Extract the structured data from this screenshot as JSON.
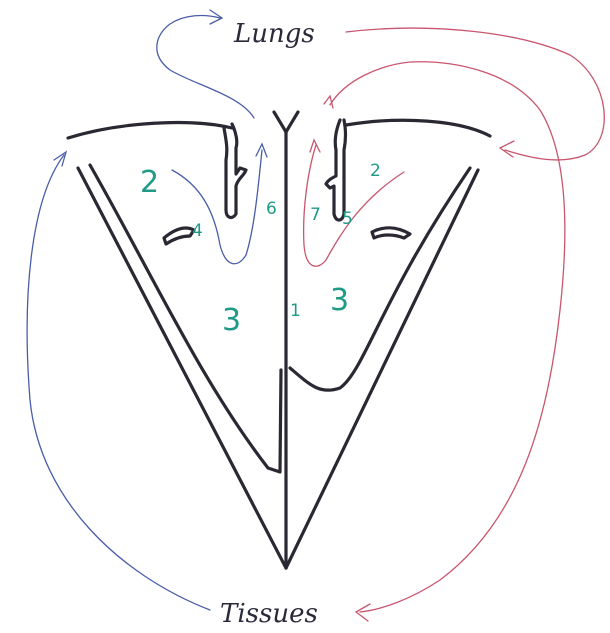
{
  "labels": {
    "lungs": "Lungs",
    "tissues": "Tissues"
  },
  "numbers": {
    "septum": "1",
    "atrium_left": "2",
    "atrium_right": "2",
    "ventricle_left": "3",
    "ventricle_right": "3",
    "valve_left": "4",
    "valve_right": "5",
    "vessel_left": "6",
    "vessel_right": "7"
  },
  "colors": {
    "ink": "#2b2733",
    "deoxygenated_flow": "#4a5ea8",
    "oxygenated_flow": "#c8566e",
    "numbers": "#1f9a86"
  }
}
